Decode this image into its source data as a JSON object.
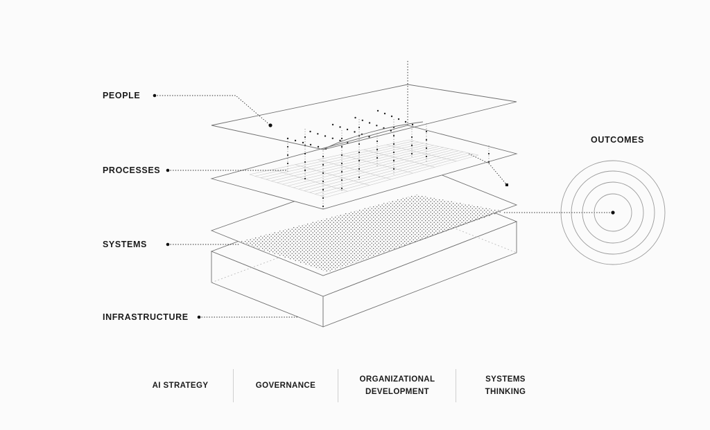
{
  "layers": {
    "people": "PEOPLE",
    "processes": "PROCESSES",
    "systems": "SYSTEMS",
    "infrastructure": "INFRASTRUCTURE"
  },
  "outcomes": "OUTCOMES",
  "bottom_items": [
    {
      "line1": "AI  STRATEGY",
      "line2": ""
    },
    {
      "line1": "GOVERNANCE",
      "line2": ""
    },
    {
      "line1": "ORGANIZATIONAL",
      "line2": "DEVELOPMENT"
    },
    {
      "line1": "SYSTEMS",
      "line2": "THINKING"
    }
  ],
  "colors": {
    "ink": "#1a1a1a",
    "line": "#6f6f6f",
    "faint": "#c8c8c8"
  }
}
